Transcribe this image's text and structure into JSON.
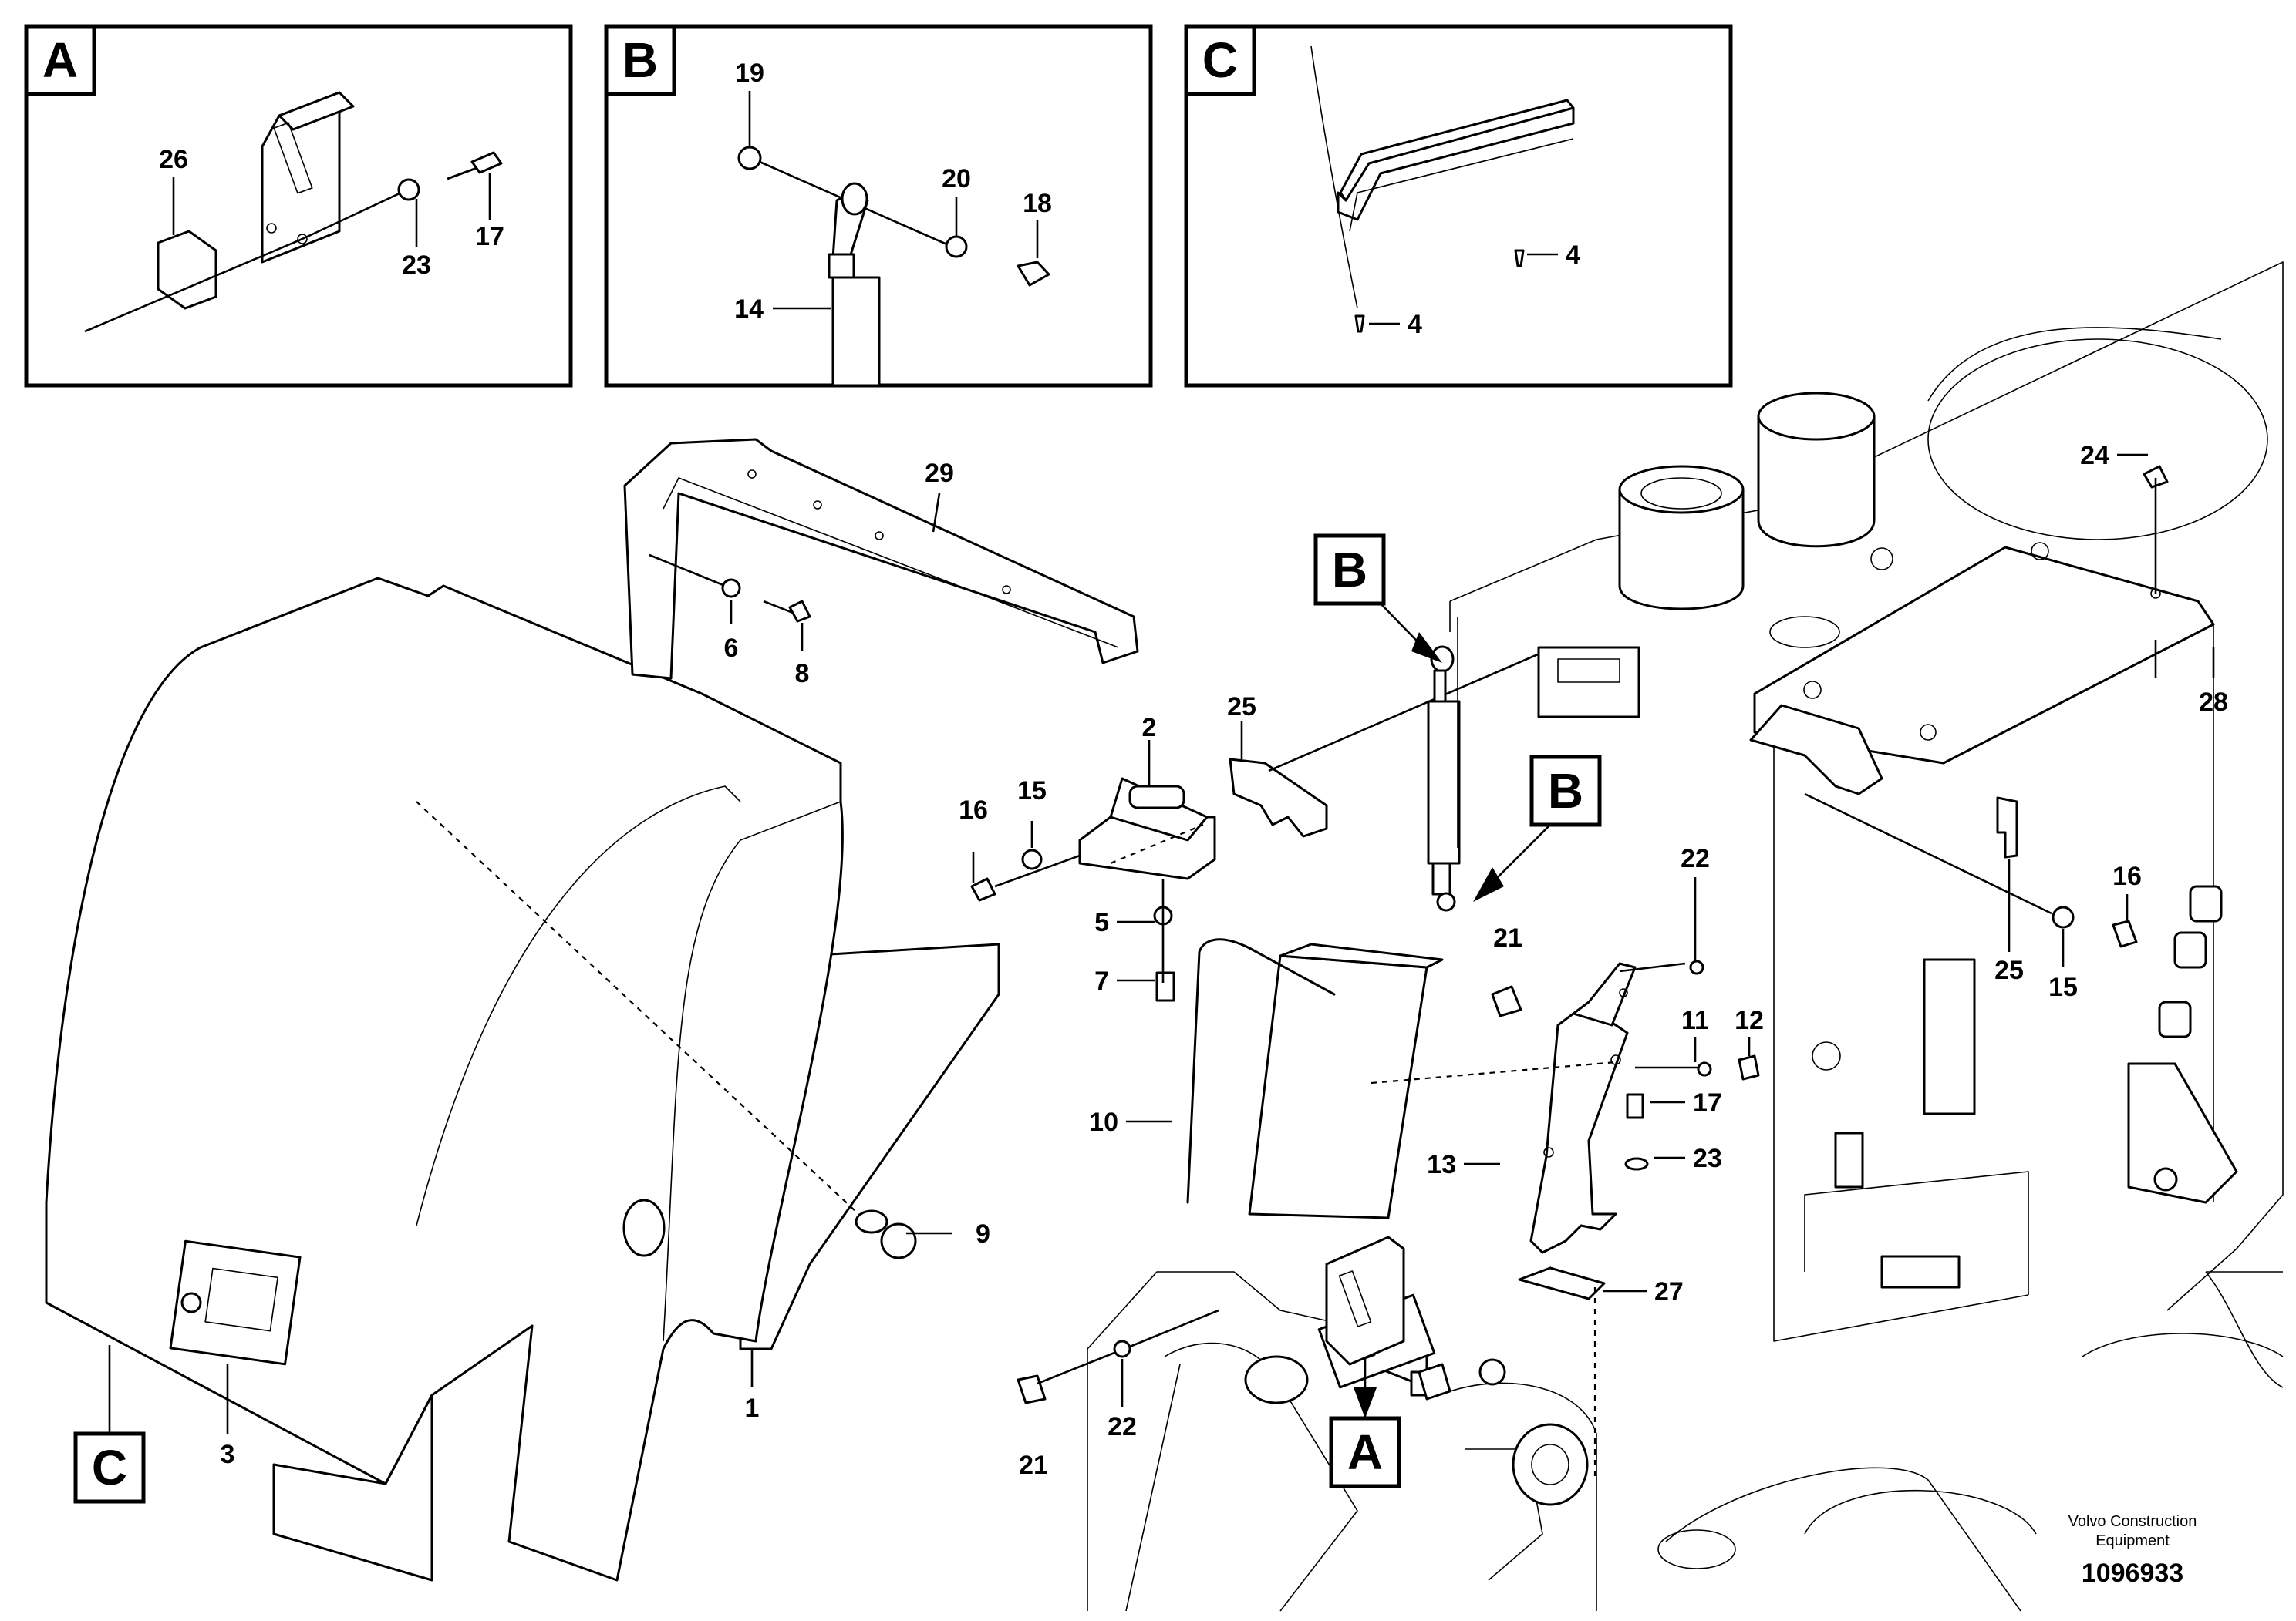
{
  "insets": [
    {
      "letter": "A",
      "parts": [
        "26",
        "23",
        "17"
      ]
    },
    {
      "letter": "B",
      "parts": [
        "19",
        "20",
        "18",
        "14"
      ]
    },
    {
      "letter": "C",
      "parts": [
        "4",
        "4"
      ]
    }
  ],
  "callouts": {
    "c_main": "C",
    "a_main": "A",
    "b_upper": "B",
    "b_lower": "B"
  },
  "labels": {
    "p1": "1",
    "p2": "2",
    "p3": "3",
    "p5": "5",
    "p6": "6",
    "p7": "7",
    "p8": "8",
    "p9": "9",
    "p10": "10",
    "p11": "11",
    "p12": "12",
    "p13": "13",
    "p15a": "15",
    "p15b": "15",
    "p16a": "16",
    "p16b": "16",
    "p17": "17",
    "p21a": "21",
    "p21b": "21",
    "p22a": "22",
    "p22b": "22",
    "p23": "23",
    "p24": "24",
    "p25a": "25",
    "p25b": "25",
    "p27": "27",
    "p28": "28",
    "p29": "29"
  },
  "inset_labels": {
    "a26": "26",
    "a23": "23",
    "a17": "17",
    "b19": "19",
    "b20": "20",
    "b18": "18",
    "b14": "14",
    "c4a": "4",
    "c4b": "4"
  },
  "credit": {
    "line1": "Volvo Construction",
    "line2": "Equipment",
    "doc_number": "1096933"
  }
}
